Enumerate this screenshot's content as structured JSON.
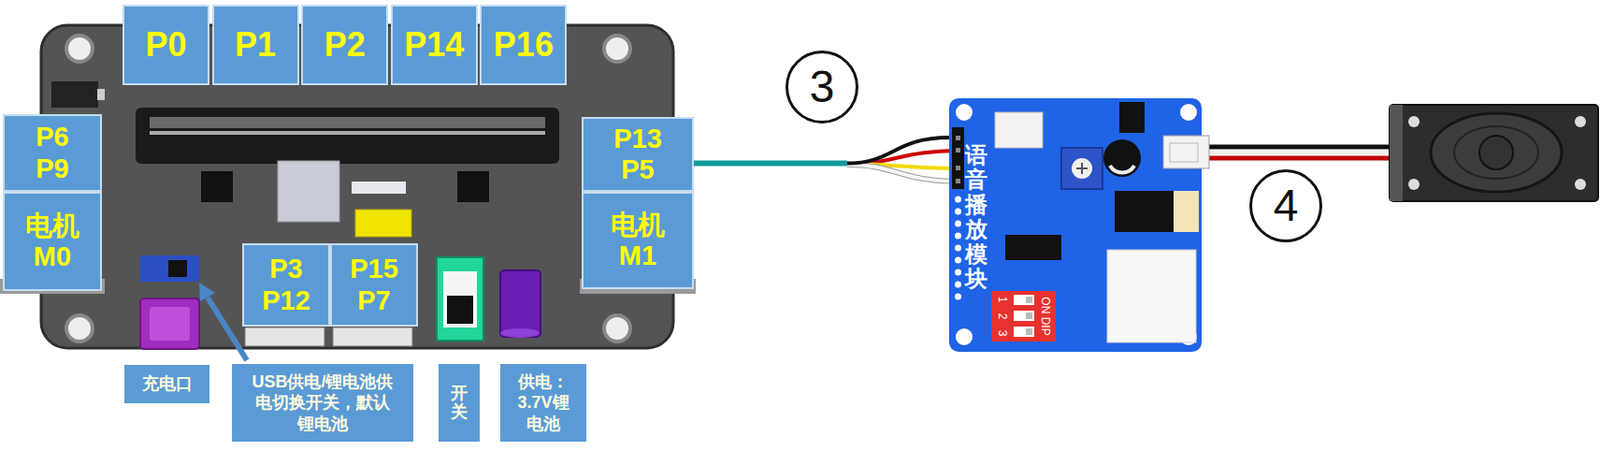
{
  "diagram": {
    "nodes": [
      {
        "text": [
          "P0"
        ]
      },
      {
        "text": [
          "P1"
        ]
      },
      {
        "text": [
          "P2"
        ]
      },
      {
        "text": [
          "P14"
        ]
      },
      {
        "text": [
          "P16"
        ]
      },
      {
        "text": [
          "P6 P9"
        ]
      },
      {
        "text": [
          "电机 M0"
        ]
      },
      {
        "text": [
          "P13 P5"
        ]
      },
      {
        "text": [
          "电机 M1"
        ]
      },
      {
        "text": [
          "P3 P12"
        ]
      },
      {
        "text": [
          "P15 P7"
        ]
      },
      {
        "text": [
          "充电口"
        ]
      },
      {
        "text": [
          "USB供电/锂电池供电切换开关，默认锂电池"
        ]
      },
      {
        "text": [
          "开关"
        ]
      },
      {
        "text": [
          "供电：3.7V锂电池"
        ]
      },
      {
        "text": [
          "3"
        ]
      },
      {
        "text": [
          "语音播放模块"
        ]
      },
      {
        "text": [
          "ON DIP",
          "1 2 3"
        ],
        "in": 16
      },
      {
        "text": [
          "4"
        ]
      }
    ],
    "edges": [
      {
        "from": 7,
        "to": 16,
        "arrow": "none"
      }
    ]
  }
}
